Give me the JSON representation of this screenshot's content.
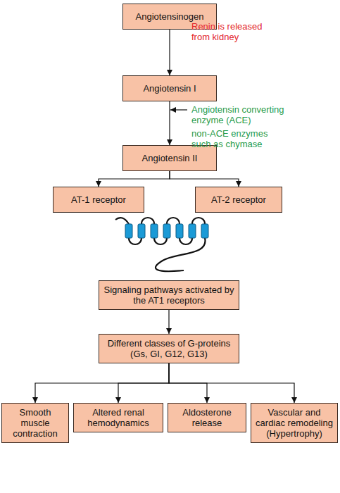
{
  "diagram": {
    "nodes": [
      {
        "text": [
          "Angiotensinogen"
        ]
      },
      {
        "text": [
          "Angiotensin I"
        ]
      },
      {
        "text": [
          "Angiotensin II"
        ]
      },
      {
        "text": [
          "AT-1 receptor"
        ]
      },
      {
        "text": [
          "AT-2 receptor"
        ]
      },
      {
        "text": [
          "Signaling pathways activated by the AT1 receptors"
        ]
      },
      {
        "text": [
          "Different classes of G-proteins (Gs, GI, G12, G13)"
        ]
      },
      {
        "text": [
          "Smooth muscle contraction"
        ]
      },
      {
        "text": [
          "Altered renal hemodynamics"
        ]
      },
      {
        "text": [
          "Aldosterone release"
        ]
      },
      {
        "text": [
          "Vascular and cardiac remodeling (Hypertrophy)"
        ]
      }
    ],
    "edges": [
      {
        "from": 0,
        "to": 1,
        "arrow": "to"
      },
      {
        "from": 1,
        "to": 2,
        "arrow": "to"
      },
      {
        "from": 2,
        "to": 3,
        "arrow": "to"
      },
      {
        "from": 2,
        "to": 4,
        "arrow": "to"
      },
      {
        "from": 5,
        "to": 6,
        "arrow": "to"
      },
      {
        "from": 6,
        "to": 7,
        "arrow": "to"
      },
      {
        "from": 6,
        "to": 8,
        "arrow": "to"
      },
      {
        "from": 6,
        "to": 9,
        "arrow": "to"
      },
      {
        "from": 6,
        "to": 10,
        "arrow": "to"
      }
    ],
    "labels": [
      "Renin is released from kidney",
      "Angiotensin converting enzyme (ACE)",
      "non-ACE enzymes such as chymase"
    ]
  }
}
